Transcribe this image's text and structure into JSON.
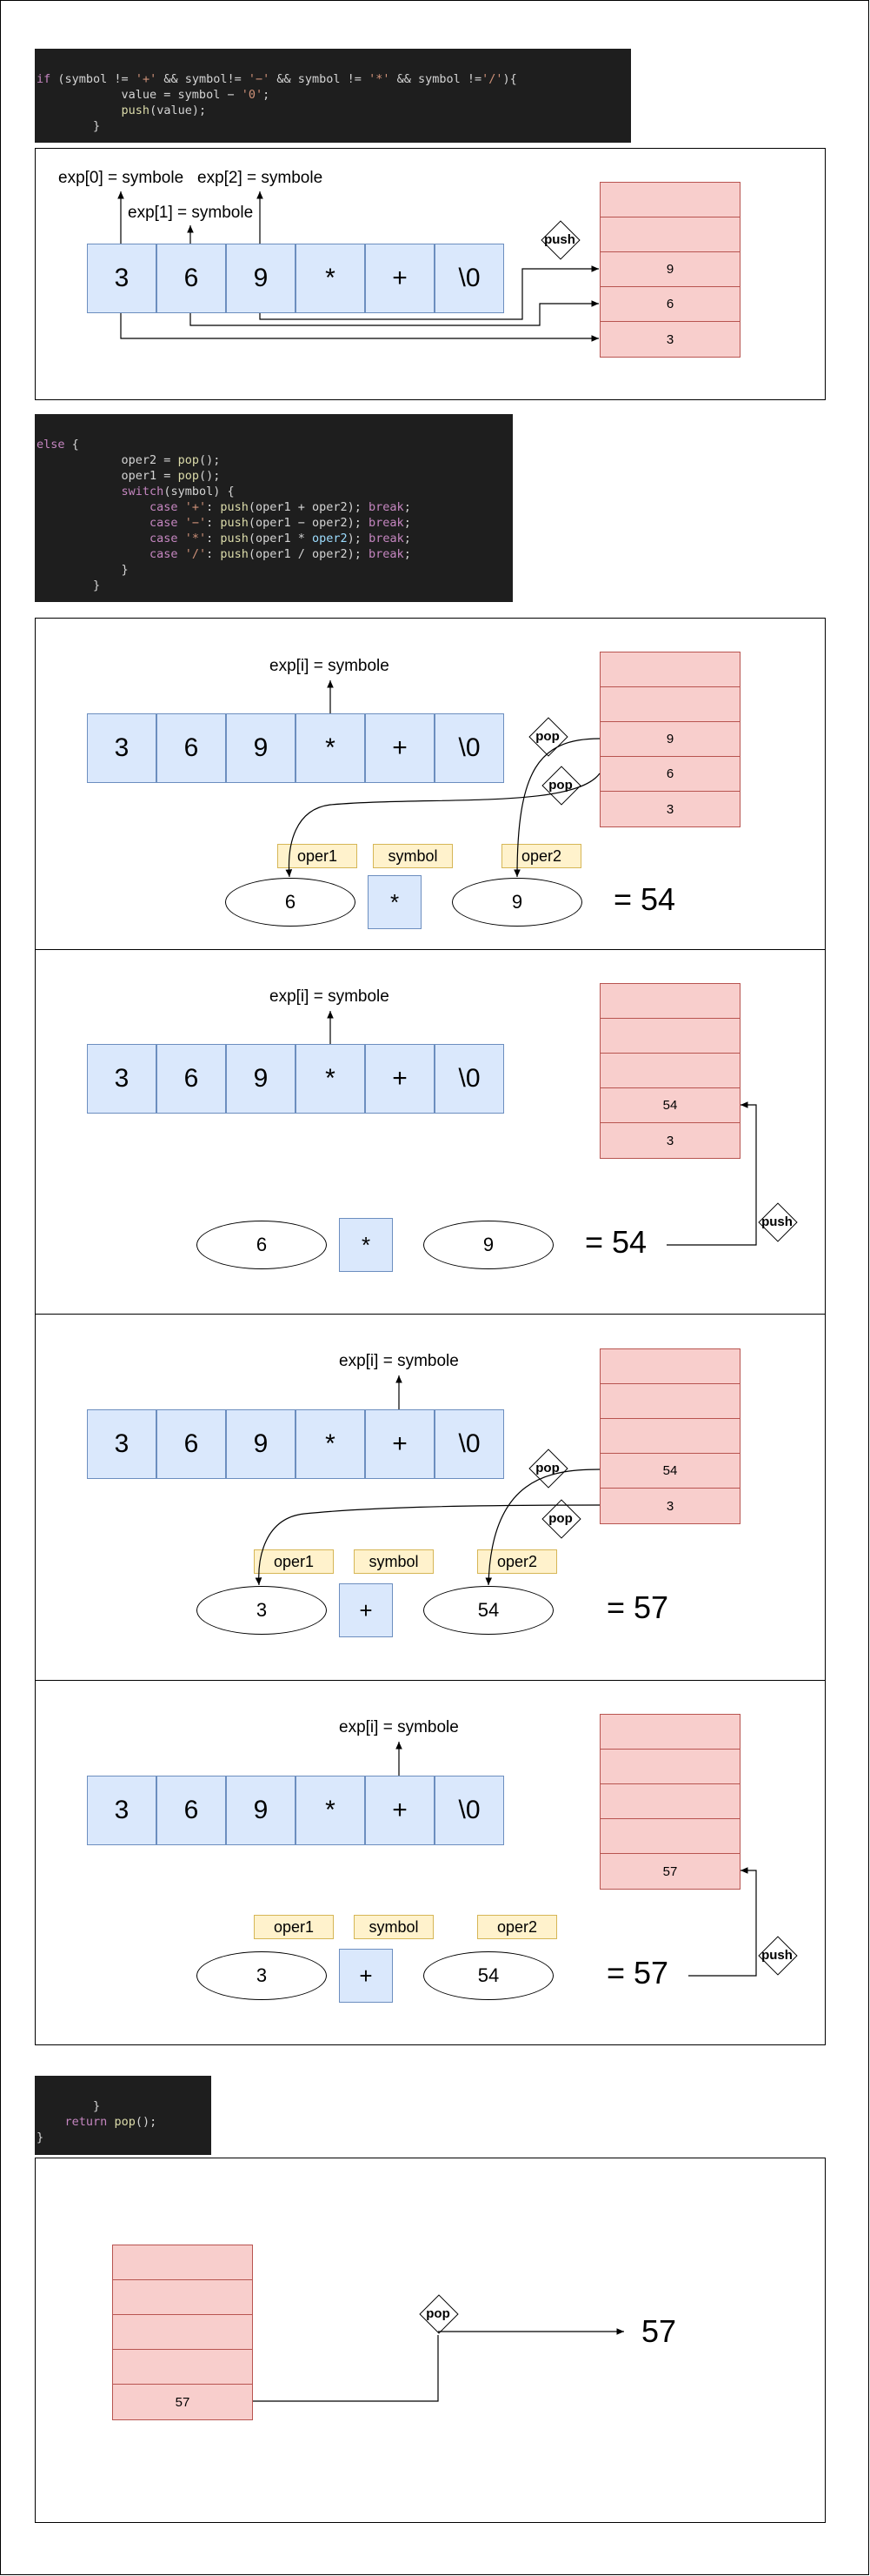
{
  "code_blocks": {
    "if_block": [
      "if (symbol != '+' && symbol!= '−' && symbol != '*' && symbol !='/'){",
      "            value = symbol − '0';",
      "            push(value);",
      "        }"
    ],
    "else_block": [
      "else {",
      "            oper2 = pop();",
      "            oper1 = pop();",
      "            switch(symbol) {",
      "                case '+': push(oper1 + oper2); break;",
      "                case '−': push(oper1 − oper2); break;",
      "                case '*': push(oper1 * oper2); break;",
      "                case '/': push(oper1 / oper2); break;",
      "            }",
      "        }"
    ],
    "return_block": [
      "        }",
      "    return pop();",
      "}"
    ]
  },
  "expression": [
    "3",
    "6",
    "9",
    "*",
    "+",
    "\\0"
  ],
  "labels": {
    "exp0": "exp[0] = symbole",
    "exp1": "exp[1] = symbole",
    "exp2": "exp[2] = symbole",
    "expi": "exp[i] = symbole",
    "push": "push",
    "pop": "pop",
    "oper1": "oper1",
    "symbol": "symbol",
    "oper2": "oper2"
  },
  "panel1": {
    "stack": [
      "",
      "",
      "9",
      "6",
      "3"
    ]
  },
  "panel2": {
    "stack": [
      "",
      "",
      "9",
      "6",
      "3"
    ],
    "oper1": "6",
    "symbol": "*",
    "oper2": "9",
    "result": "= 54"
  },
  "panel3": {
    "stack": [
      "",
      "",
      "",
      "54",
      "3"
    ],
    "oper1": "6",
    "symbol": "*",
    "oper2": "9",
    "result": "= 54"
  },
  "panel4": {
    "stack": [
      "",
      "",
      "",
      "54",
      "3"
    ],
    "oper1": "3",
    "symbol": "+",
    "oper2": "54",
    "result": "= 57"
  },
  "panel5": {
    "stack": [
      "",
      "",
      "",
      "",
      "57"
    ],
    "oper1": "3",
    "symbol": "+",
    "oper2": "54",
    "result": "= 57"
  },
  "panel6": {
    "stack": [
      "",
      "",
      "",
      "",
      "57"
    ],
    "result": "57"
  },
  "colors": {
    "cell_fill": "#dae8fc",
    "cell_stroke": "#6c8ebf",
    "stack_fill": "#f8cecc",
    "stack_stroke": "#b85450",
    "tag_fill": "#fff2cc",
    "tag_stroke": "#d6b656"
  }
}
